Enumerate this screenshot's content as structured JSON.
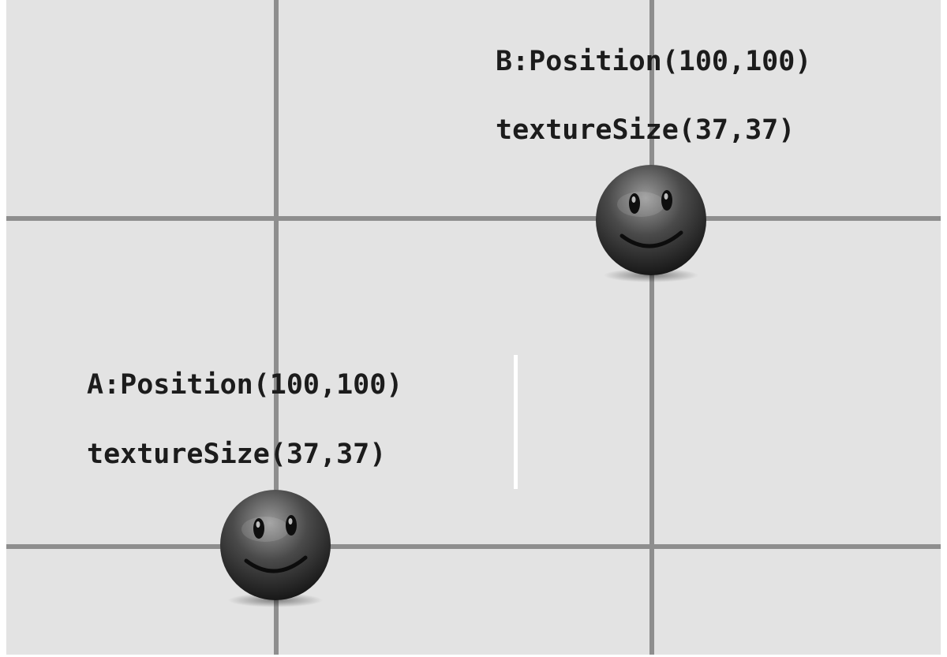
{
  "labels": {
    "b_position": "B:Position(100,100)",
    "b_texture_size": "textureSize(37,37)",
    "a_position": "A:Position(100,100)",
    "a_texture_size": "textureSize(37,37)"
  },
  "sprites": [
    {
      "id": "A",
      "icon": "smiley-face-icon"
    },
    {
      "id": "B",
      "icon": "smiley-face-icon"
    }
  ],
  "colors": {
    "background": "#e3e3e3",
    "grid_line": "#8e8e8e",
    "text": "#1c1c1c"
  }
}
